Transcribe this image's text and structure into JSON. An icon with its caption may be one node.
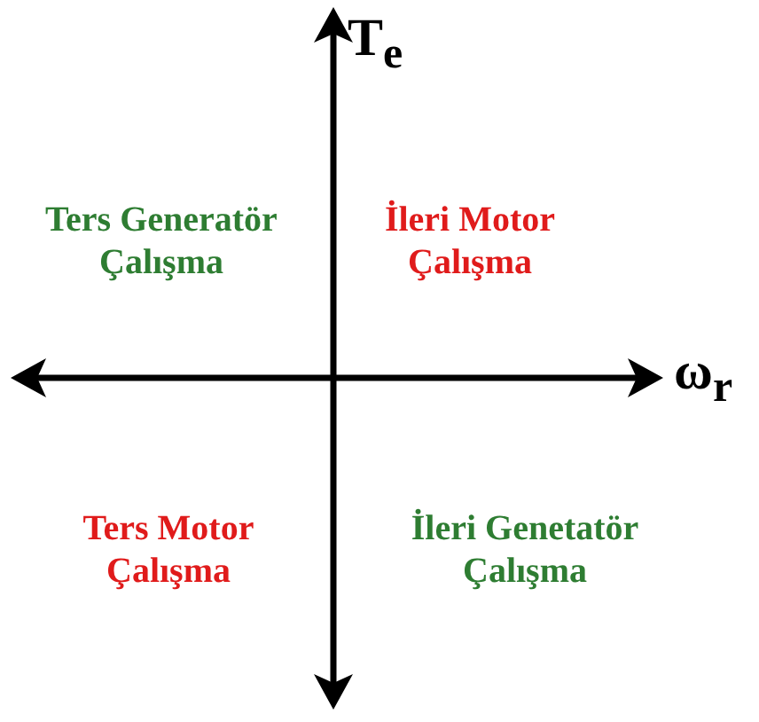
{
  "diagram": {
    "labels": [
      "T$_{e}$",
      "Ters Generatör Çalışma",
      "İleri Motor Çalışma",
      "ω$_{r}$",
      "Ters Motor Çalışma",
      "İleri Genetatör Çalışma"
    ]
  }
}
